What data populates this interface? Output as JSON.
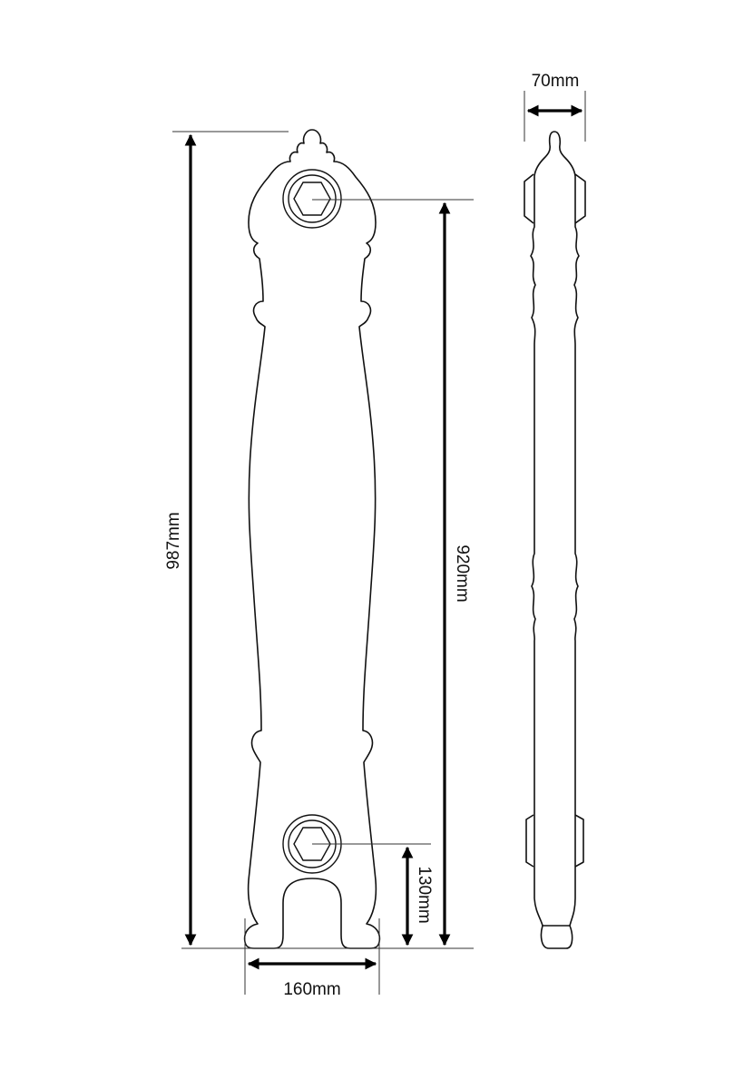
{
  "drawing": {
    "front_view": {
      "dimensions": {
        "overall_height": "987mm",
        "centre_to_centre": "920mm",
        "bottom_to_centre": "130mm",
        "width": "160mm"
      }
    },
    "side_view": {
      "dimensions": {
        "depth": "70mm"
      }
    },
    "colors": {
      "line": "#111111",
      "background": "#ffffff"
    }
  }
}
